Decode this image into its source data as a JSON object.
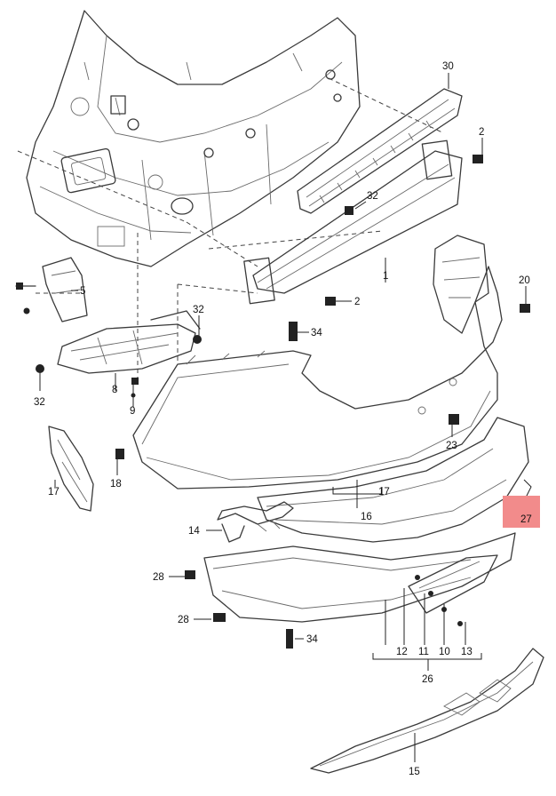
{
  "diagram": {
    "highlight_color": "#f28b8b",
    "labels": [
      {
        "id": "30",
        "text": "30"
      },
      {
        "id": "2a",
        "text": "2"
      },
      {
        "id": "32a",
        "text": "32"
      },
      {
        "id": "1",
        "text": "1"
      },
      {
        "id": "2b",
        "text": "2"
      },
      {
        "id": "20",
        "text": "20"
      },
      {
        "id": "5",
        "text": "5"
      },
      {
        "id": "32b",
        "text": "32"
      },
      {
        "id": "34a",
        "text": "34"
      },
      {
        "id": "8",
        "text": "8"
      },
      {
        "id": "9",
        "text": "9"
      },
      {
        "id": "32c",
        "text": "32"
      },
      {
        "id": "17a",
        "text": "17"
      },
      {
        "id": "18",
        "text": "18"
      },
      {
        "id": "23",
        "text": "23"
      },
      {
        "id": "17b",
        "text": "17"
      },
      {
        "id": "16",
        "text": "16"
      },
      {
        "id": "27",
        "text": "27"
      },
      {
        "id": "14",
        "text": "14"
      },
      {
        "id": "28a",
        "text": "28"
      },
      {
        "id": "28b",
        "text": "28"
      },
      {
        "id": "34b",
        "text": "34"
      },
      {
        "id": "12",
        "text": "12"
      },
      {
        "id": "11",
        "text": "11"
      },
      {
        "id": "10",
        "text": "10"
      },
      {
        "id": "13",
        "text": "13"
      },
      {
        "id": "26",
        "text": "26"
      },
      {
        "id": "15",
        "text": "15"
      }
    ]
  }
}
